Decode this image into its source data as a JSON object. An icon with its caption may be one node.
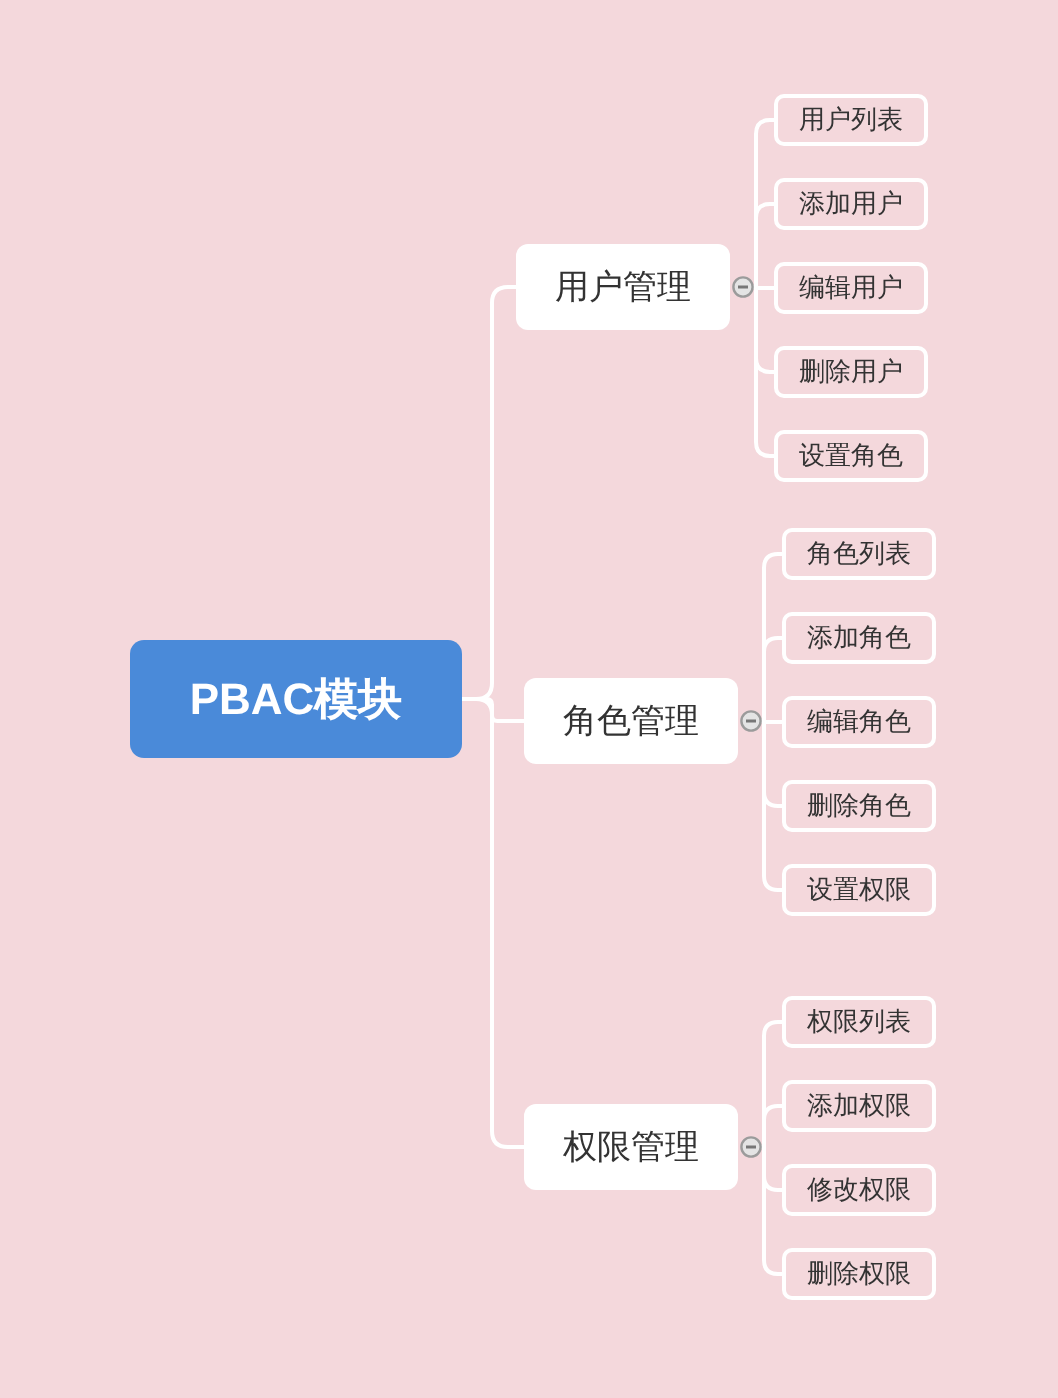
{
  "diagram": {
    "nodes": [
      {
        "text": [
          "PBAC模块"
        ]
      },
      {
        "text": [
          "用户管理"
        ]
      },
      {
        "text": [
          "用户列表"
        ]
      },
      {
        "text": [
          "添加用户"
        ]
      },
      {
        "text": [
          "编辑用户"
        ]
      },
      {
        "text": [
          "删除用户"
        ]
      },
      {
        "text": [
          "设置角色"
        ]
      },
      {
        "text": [
          "角色管理"
        ]
      },
      {
        "text": [
          "角色列表"
        ]
      },
      {
        "text": [
          "添加角色"
        ]
      },
      {
        "text": [
          "编辑角色"
        ]
      },
      {
        "text": [
          "删除角色"
        ]
      },
      {
        "text": [
          "设置权限"
        ]
      },
      {
        "text": [
          "权限管理"
        ]
      },
      {
        "text": [
          "权限列表"
        ]
      },
      {
        "text": [
          "添加权限"
        ]
      },
      {
        "text": [
          "修改权限"
        ]
      },
      {
        "text": [
          "删除权限"
        ]
      }
    ],
    "edges": [
      {
        "from": 0,
        "to": 1,
        "arrow": "none"
      },
      {
        "from": 1,
        "to": 2,
        "arrow": "none"
      },
      {
        "from": 1,
        "to": 3,
        "arrow": "none"
      },
      {
        "from": 1,
        "to": 4,
        "arrow": "none"
      },
      {
        "from": 1,
        "to": 5,
        "arrow": "none"
      },
      {
        "from": 1,
        "to": 6,
        "arrow": "none"
      },
      {
        "from": 0,
        "to": 7,
        "arrow": "none"
      },
      {
        "from": 7,
        "to": 8,
        "arrow": "none"
      },
      {
        "from": 7,
        "to": 9,
        "arrow": "none"
      },
      {
        "from": 7,
        "to": 10,
        "arrow": "none"
      },
      {
        "from": 7,
        "to": 11,
        "arrow": "none"
      },
      {
        "from": 7,
        "to": 12,
        "arrow": "none"
      },
      {
        "from": 0,
        "to": 13,
        "arrow": "none"
      },
      {
        "from": 13,
        "to": 14,
        "arrow": "none"
      },
      {
        "from": 13,
        "to": 15,
        "arrow": "none"
      },
      {
        "from": 13,
        "to": 16,
        "arrow": "none"
      },
      {
        "from": 13,
        "to": 17,
        "arrow": "none"
      }
    ]
  }
}
